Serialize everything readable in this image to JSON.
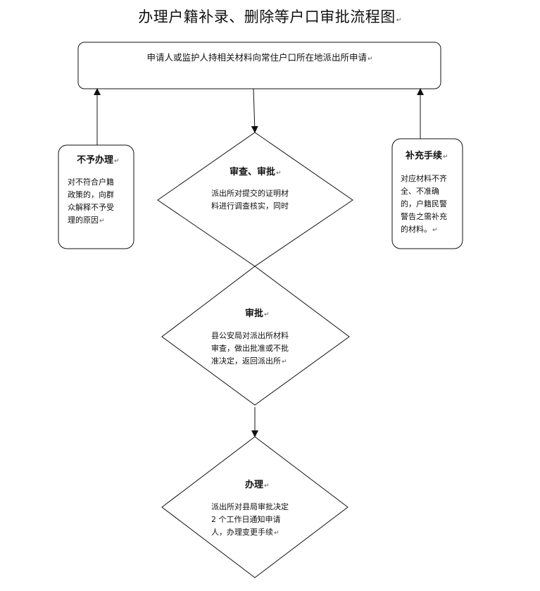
{
  "title": "办理户籍补录、删除等户口审批流程图",
  "paragraph_mark": "↵",
  "start_box": {
    "text": "申请人或监护人持相关材料向常住户口所在地派出所申请"
  },
  "reject_box": {
    "title": "不予办理",
    "lines": [
      "对不符合户籍",
      "政策的，向群",
      "众解释不予受",
      "理的原因"
    ]
  },
  "supplement_box": {
    "title": "补充手续",
    "lines": [
      "对应材料不齐",
      "全、不准确",
      "的，户籍民警",
      "警告之需补充",
      "的材料。"
    ]
  },
  "review": {
    "title": "审查、审批",
    "lines": [
      "派出所对提交的证明材",
      "料进行调查核实，同时"
    ]
  },
  "approve": {
    "title": "审批",
    "lines": [
      "县公安局对派出所材料",
      "审查，做出批准或不批",
      "准决定，返回派出所"
    ]
  },
  "handle": {
    "title": "办理",
    "lines": [
      "派出所对县局审批决定",
      "2 个工作日通知申请",
      "人，办理变更手续"
    ]
  },
  "colors": {
    "stroke": "#111111",
    "background": "#ffffff"
  }
}
